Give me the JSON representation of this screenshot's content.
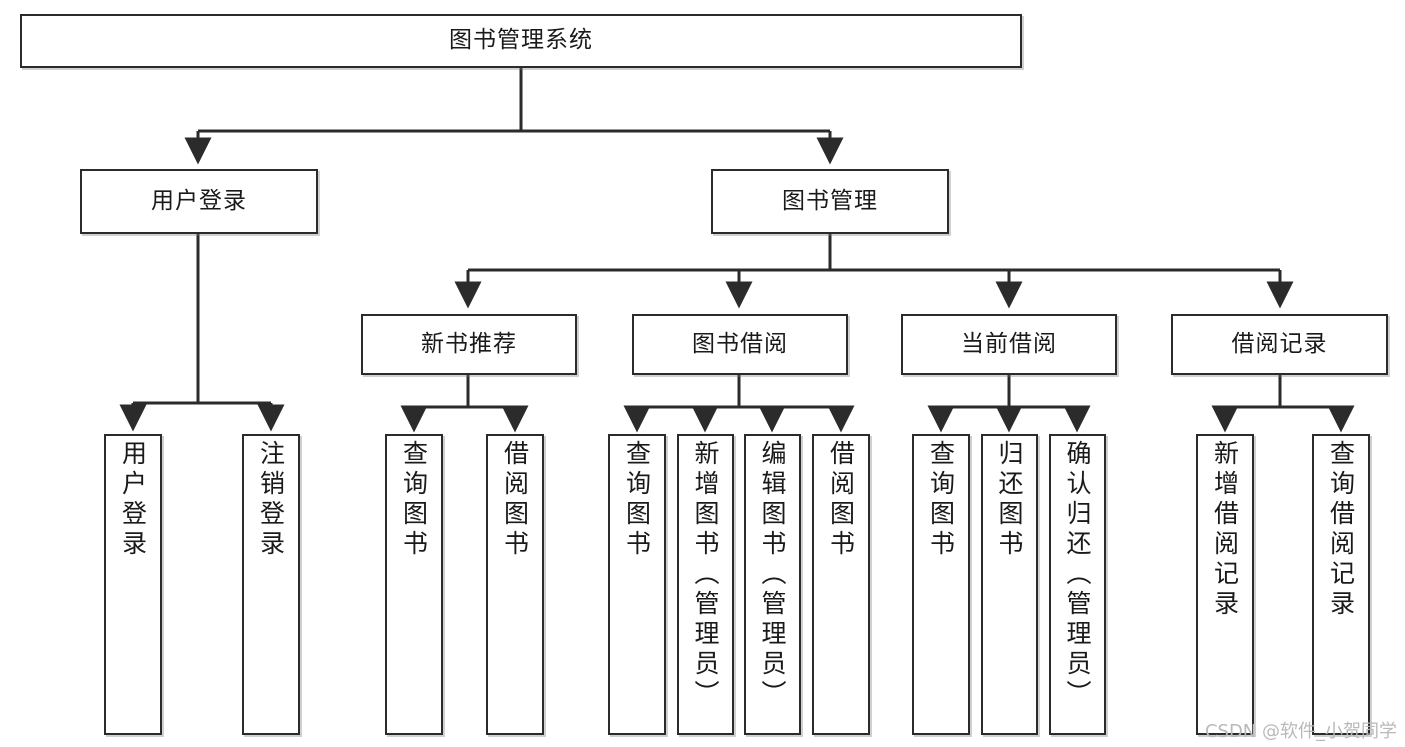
{
  "diagram": {
    "title": "图书管理系统",
    "type": "tree-hierarchy",
    "watermark": "CSDN @软件_小贺同学",
    "colors": {
      "stroke": "#2b2b2b",
      "fill": "#ffffff",
      "text": "#1a1a1a",
      "watermark": "#b9b9b9"
    }
  },
  "nodes": {
    "root": {
      "label": "图书管理系统",
      "level": 0
    },
    "level1": [
      {
        "id": "user-login",
        "label": "用户登录"
      },
      {
        "id": "book-manage",
        "label": "图书管理"
      }
    ],
    "level2": [
      {
        "id": "new-book-recommend",
        "label": "新书推荐"
      },
      {
        "id": "book-borrow",
        "label": "图书借阅"
      },
      {
        "id": "current-borrow",
        "label": "当前借阅"
      },
      {
        "id": "borrow-record",
        "label": "借阅记录"
      }
    ],
    "leaves": {
      "user-login": [
        {
          "id": "leaf-user-login",
          "label": "用户登录"
        },
        {
          "id": "leaf-logout-login",
          "label": "注销登录"
        }
      ],
      "new-book-recommend": [
        {
          "id": "leaf-query-book-1",
          "label": "查询图书"
        },
        {
          "id": "leaf-borrow-book-1",
          "label": "借阅图书"
        }
      ],
      "book-borrow": [
        {
          "id": "leaf-query-book-2",
          "label": "查询图书"
        },
        {
          "id": "leaf-add-book",
          "label": "新增图书（管理员）"
        },
        {
          "id": "leaf-edit-book",
          "label": "编辑图书（管理员）"
        },
        {
          "id": "leaf-borrow-book-2",
          "label": "借阅图书"
        }
      ],
      "current-borrow": [
        {
          "id": "leaf-query-book-3",
          "label": "查询图书"
        },
        {
          "id": "leaf-return-book",
          "label": "归还图书"
        },
        {
          "id": "leaf-confirm-return",
          "label": "确认归还（管理员）"
        }
      ],
      "borrow-record": [
        {
          "id": "leaf-add-record",
          "label": "新增借阅记录"
        },
        {
          "id": "leaf-query-record",
          "label": "查询借阅记录"
        }
      ]
    }
  }
}
